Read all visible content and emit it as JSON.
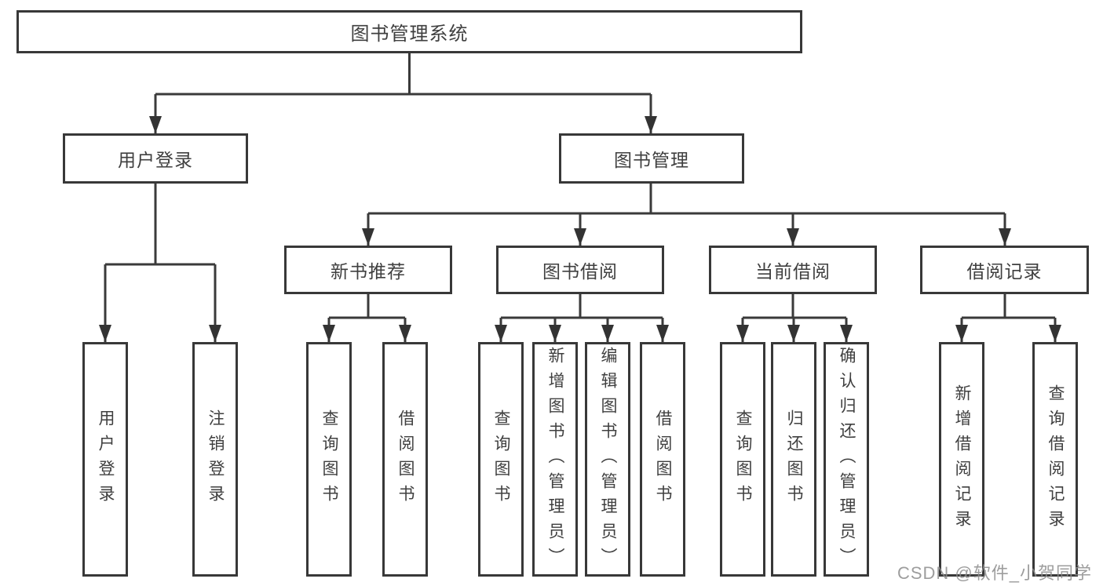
{
  "diagram": {
    "tree": {
      "root": {
        "label": "图书管理系统"
      },
      "children": [
        {
          "label": "用户登录",
          "children": [
            {
              "label": "用户登录"
            },
            {
              "label": "注销登录"
            }
          ]
        },
        {
          "label": "图书管理",
          "children": [
            {
              "label": "新书推荐",
              "children": [
                {
                  "label": "查询图书"
                },
                {
                  "label": "借阅图书"
                }
              ]
            },
            {
              "label": "图书借阅",
              "children": [
                {
                  "label": "查询图书"
                },
                {
                  "label": "新增图书（管理员）"
                },
                {
                  "label": "编辑图书（管理员）"
                },
                {
                  "label": "借阅图书"
                }
              ]
            },
            {
              "label": "当前借阅",
              "children": [
                {
                  "label": "查询图书"
                },
                {
                  "label": "归还图书"
                },
                {
                  "label": "确认归还（管理员）"
                }
              ]
            },
            {
              "label": "借阅记录",
              "children": [
                {
                  "label": "新增借阅记录"
                },
                {
                  "label": "查询借阅记录"
                }
              ]
            }
          ]
        }
      ]
    },
    "colors": {
      "line": "#3a3a3a",
      "box_border": "#383838",
      "text": "#3f3f3f",
      "background": "#ffffff",
      "watermark_text": "#8c8c8c"
    }
  },
  "watermark": "CSDN @软件_小贺同学"
}
